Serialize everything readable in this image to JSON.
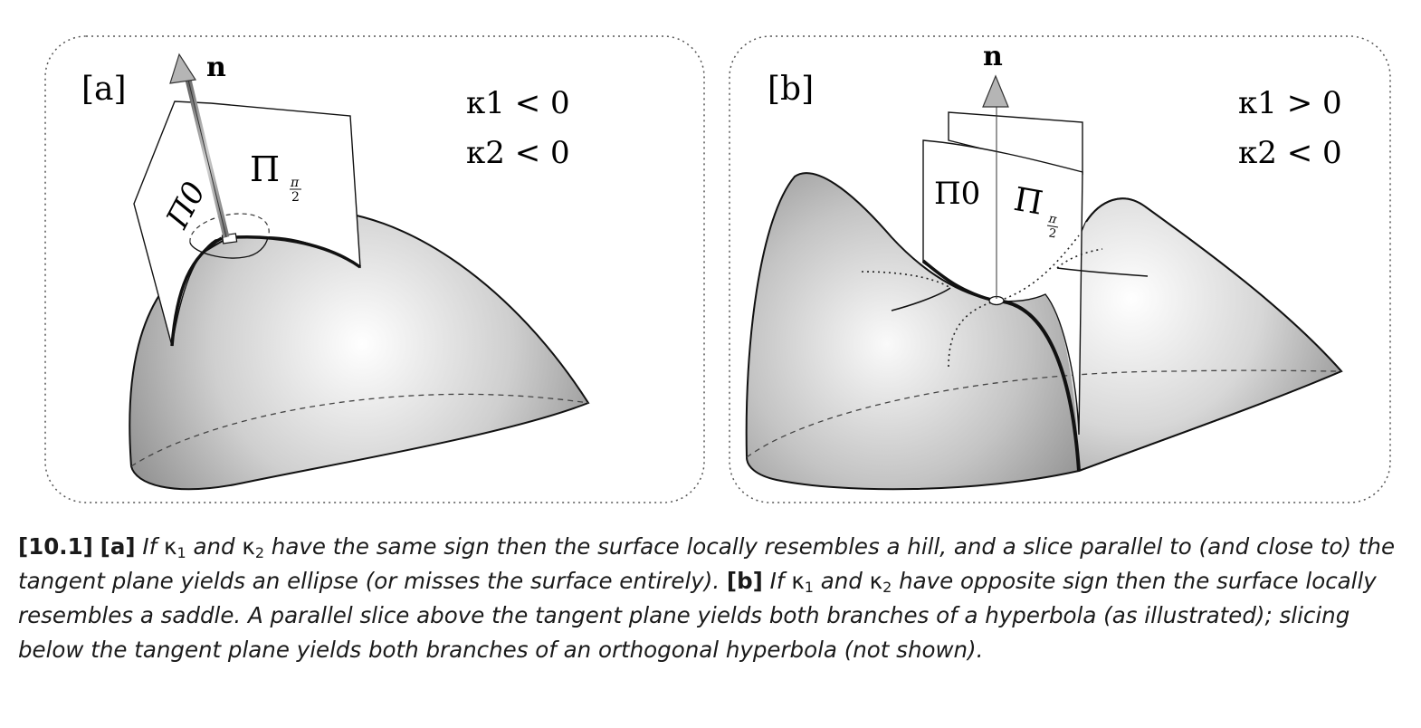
{
  "figure": {
    "panel_a": {
      "label": "[a]",
      "normal": "n",
      "plane_0": "Π0",
      "plane_pi2": "Π",
      "plane_pi2_sub_num": "π",
      "plane_pi2_sub_den": "2",
      "k1": "κ1 < 0",
      "k2": "κ2 < 0"
    },
    "panel_b": {
      "label": "[b]",
      "normal": "n",
      "plane_0": "Π0",
      "plane_pi2": "Π",
      "plane_pi2_sub_num": "π",
      "plane_pi2_sub_den": "2",
      "k1": "κ1 > 0",
      "k2": "κ2 < 0"
    }
  },
  "caption": {
    "number": "[10.1]",
    "tag_a": "[a]",
    "a_if": "If",
    "k": "κ",
    "s1": "1",
    "s2": "2",
    "and": "and",
    "a_text": "have the same sign then the surface locally resembles a hill, and a slice parallel to (and close to) the tangent plane yields an ellipse (or misses the surface entirely).",
    "tag_b": "[b]",
    "b_if": "If",
    "b_text": "have opposite sign then the surface locally resembles a saddle. A parallel slice above the tangent plane yields both branches of a hyperbola (as illustrated); slicing below the tangent plane yields both branches of an orthogonal hyperbola (not shown)."
  }
}
